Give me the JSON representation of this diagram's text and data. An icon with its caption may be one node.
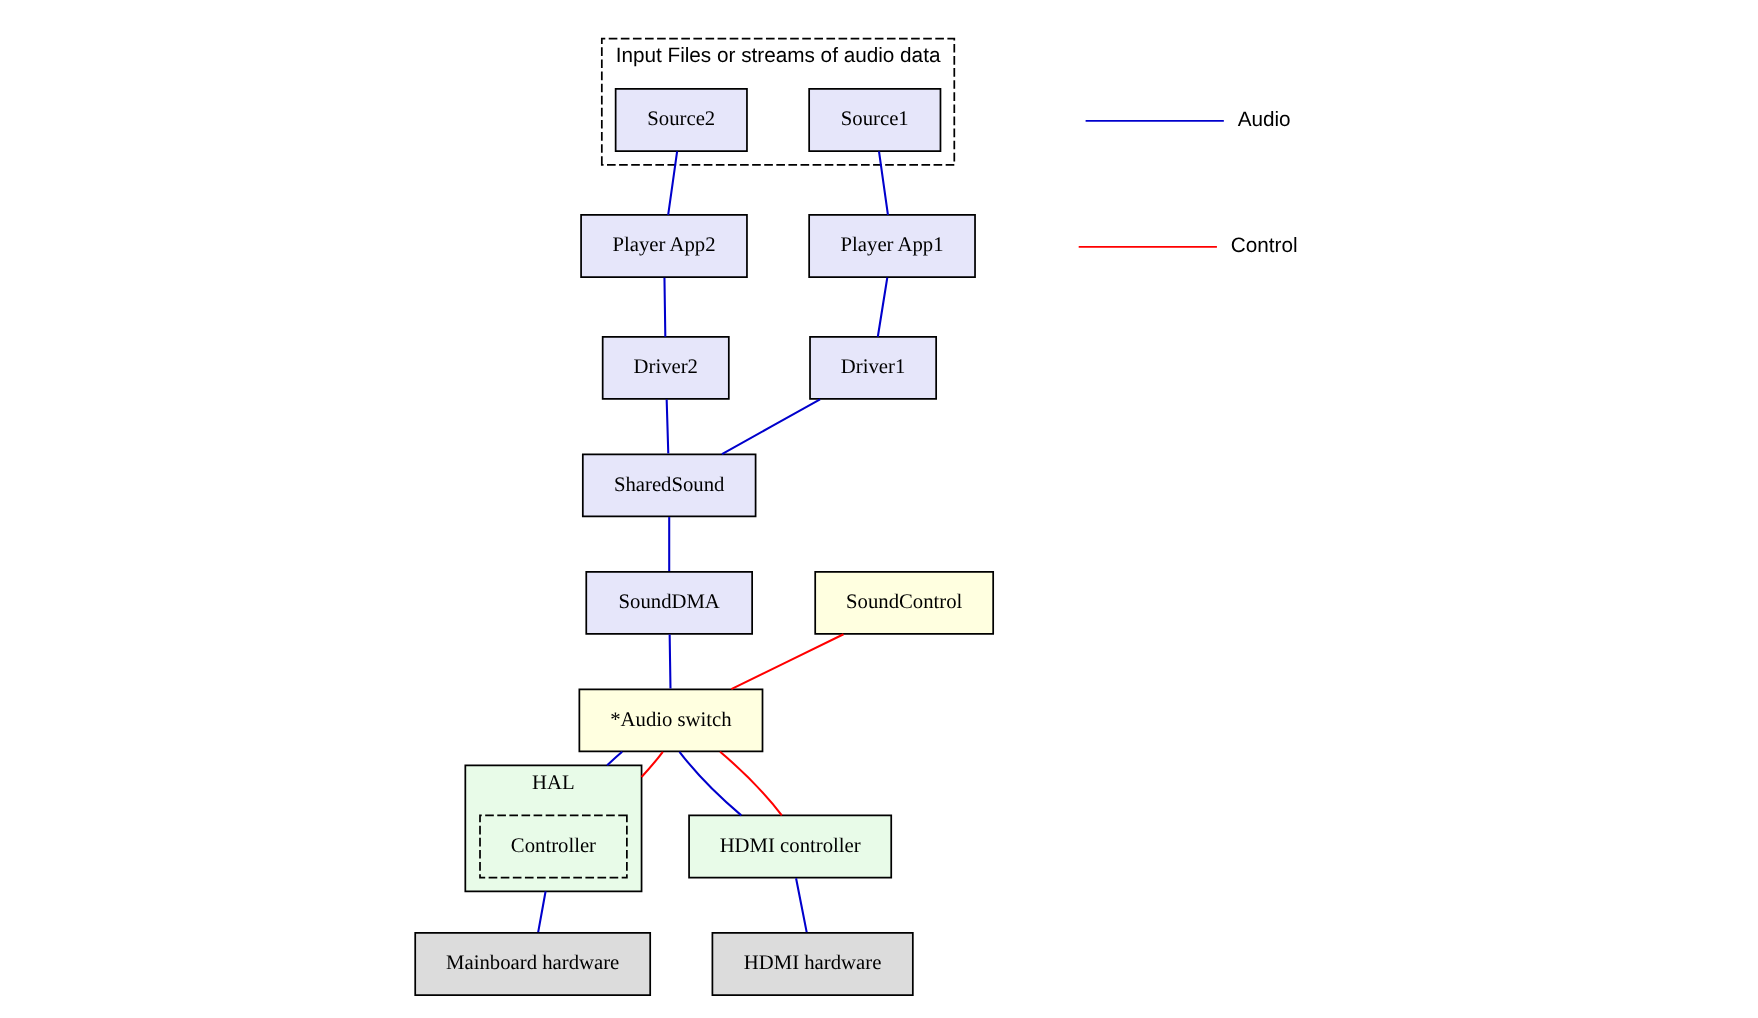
{
  "diagram": {
    "nodes": [
      {
        "text": [
          "Input Files or streams of audio data"
        ]
      },
      {
        "text": [
          "Source2"
        ],
        "in": 0
      },
      {
        "text": [
          "Source1"
        ],
        "in": 0
      },
      {
        "text": [
          "Player App2"
        ]
      },
      {
        "text": [
          "Player App1"
        ]
      },
      {
        "text": [
          "Driver2"
        ]
      },
      {
        "text": [
          "Driver1"
        ]
      },
      {
        "text": [
          "SharedSound"
        ]
      },
      {
        "text": [
          "SoundDMA"
        ]
      },
      {
        "text": [
          "SoundControl"
        ]
      },
      {
        "text": [
          "*Audio switch"
        ]
      },
      {
        "text": [
          "HAL"
        ]
      },
      {
        "text": [
          "Controller"
        ],
        "in": 11
      },
      {
        "text": [
          "HDMI controller"
        ]
      },
      {
        "text": [
          "Mainboard hardware"
        ]
      },
      {
        "text": [
          "HDMI hardware"
        ]
      }
    ],
    "edges": [
      {
        "from": 1,
        "to": 3,
        "arrow": "none"
      },
      {
        "from": 2,
        "to": 4,
        "arrow": "none"
      },
      {
        "from": 3,
        "to": 5,
        "arrow": "none"
      },
      {
        "from": 4,
        "to": 6,
        "arrow": "none"
      },
      {
        "from": 5,
        "to": 7,
        "arrow": "none"
      },
      {
        "from": 6,
        "to": 7,
        "arrow": "none"
      },
      {
        "from": 7,
        "to": 8,
        "arrow": "none"
      },
      {
        "from": 8,
        "to": 10,
        "arrow": "none"
      },
      {
        "from": 9,
        "to": 10,
        "arrow": "none",
        "color": "#ff0000"
      },
      {
        "from": 10,
        "to": 11,
        "arrow": "none"
      },
      {
        "from": 10,
        "to": 11,
        "arrow": "none",
        "color": "#ff0000"
      },
      {
        "from": 10,
        "to": 13,
        "arrow": "none"
      },
      {
        "from": 10,
        "to": 13,
        "arrow": "none",
        "color": "#ff0000"
      },
      {
        "from": 11,
        "to": 14,
        "arrow": "none"
      },
      {
        "from": 13,
        "to": 15,
        "arrow": "none"
      }
    ],
    "legend": [
      {
        "text": "Audio"
      },
      {
        "text": "Control"
      }
    ]
  }
}
